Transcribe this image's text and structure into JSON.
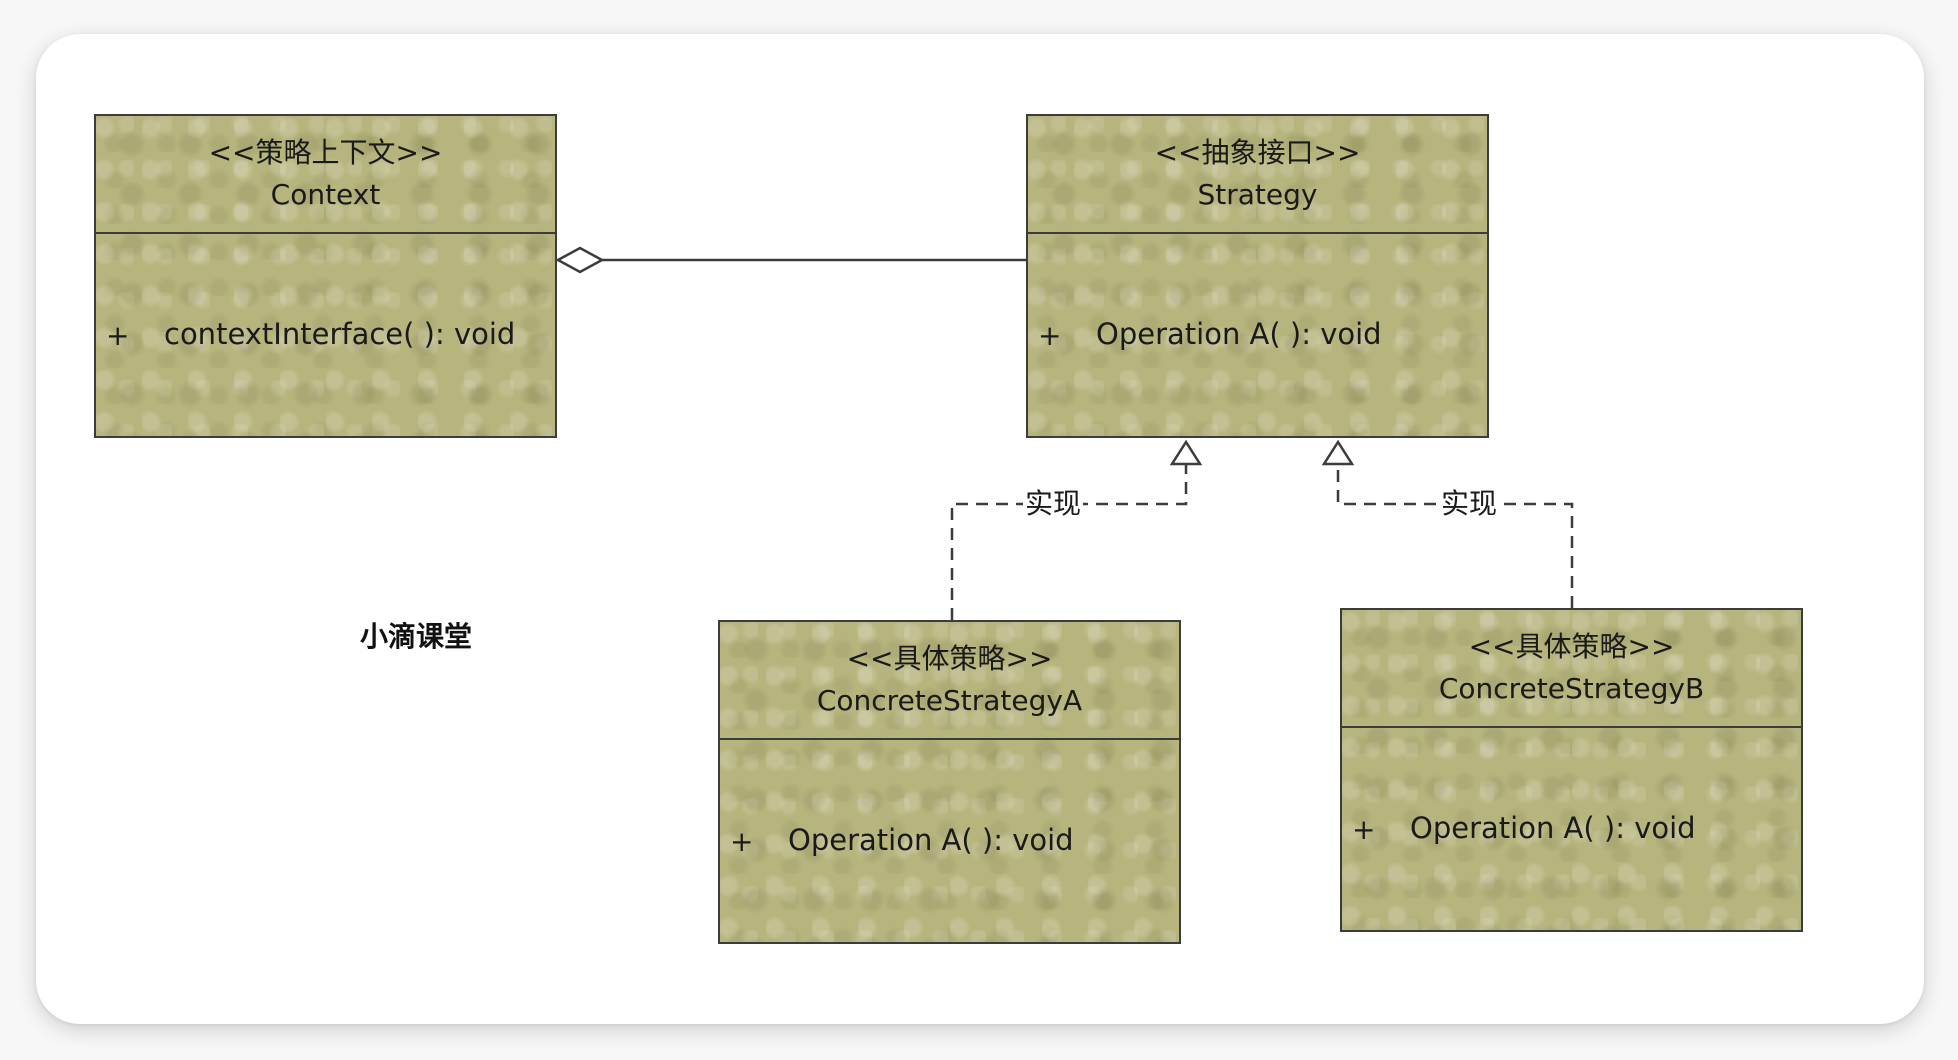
{
  "diagram": {
    "classes": {
      "context": {
        "stereotype": "<<策略上下文>>",
        "name": "Context",
        "visibility": "+",
        "method": "contextInterface( ): void"
      },
      "strategy": {
        "stereotype": "<<抽象接口>>",
        "name": "Strategy",
        "visibility": "+",
        "method": "Operation A( ): void"
      },
      "concrete_a": {
        "stereotype": "<<具体策略>>",
        "name": "ConcreteStrategyA",
        "visibility": "+",
        "method": "Operation A( ): void"
      },
      "concrete_b": {
        "stereotype": "<<具体策略>>",
        "name": "ConcreteStrategyB",
        "visibility": "+",
        "method": "Operation A( ): void"
      }
    },
    "relations": [
      {
        "type": "aggregation",
        "from": "Context",
        "to": "Strategy",
        "label": ""
      },
      {
        "type": "realization",
        "from": "ConcreteStrategyA",
        "to": "Strategy",
        "label": "实现"
      },
      {
        "type": "realization",
        "from": "ConcreteStrategyB",
        "to": "Strategy",
        "label": "实现"
      }
    ],
    "watermark": "小滴课堂"
  },
  "colors": {
    "class_fill": "#b7b57e",
    "line": "#3c3c3c",
    "card_background": "#ffffff"
  }
}
